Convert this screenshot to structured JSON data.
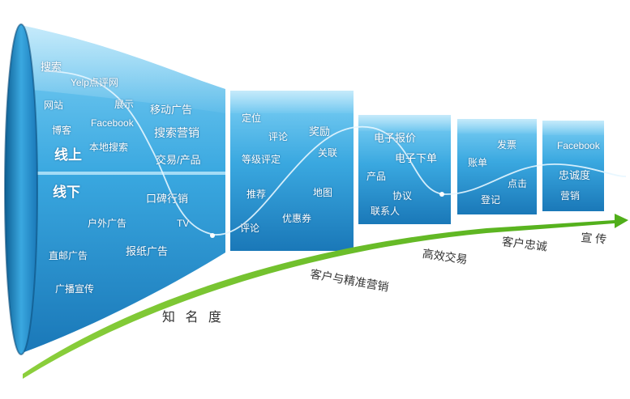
{
  "diagram": {
    "segments": [
      {
        "sections": [
          {
            "title": "线上",
            "terms": [
              "搜索",
              "Yelp点评网",
              "网站",
              "展示",
              "Facebook",
              "移动广告",
              "博客",
              "搜索营销",
              "本地搜索",
              "交易/产品"
            ]
          },
          {
            "title": "线下",
            "terms": [
              "口碑行销",
              "户外广告",
              "TV",
              "直邮广告",
              "报纸广告",
              "广播宣传"
            ]
          }
        ],
        "stage": "知 名 度"
      },
      {
        "terms": [
          "定位",
          "评论",
          "奖励",
          "等级评定",
          "关联",
          "推荐",
          "地图",
          "评论",
          "优惠券"
        ],
        "stage": "客户与精准营销"
      },
      {
        "terms": [
          "电子报价",
          "电子下单",
          "产品",
          "协议",
          "联系人"
        ],
        "stage": "高效交易"
      },
      {
        "terms": [
          "发票",
          "账单",
          "点击",
          "登记"
        ],
        "stage": "客户忠诚"
      },
      {
        "terms": [
          "Facebook",
          "忠诚度",
          "营销"
        ],
        "stage": "宣 传"
      }
    ]
  },
  "colors": {
    "funnel": "#1f8fd0",
    "funnel_light": "#7fd1f5",
    "arrow": "#5cb820",
    "stage_text": "#333333"
  }
}
